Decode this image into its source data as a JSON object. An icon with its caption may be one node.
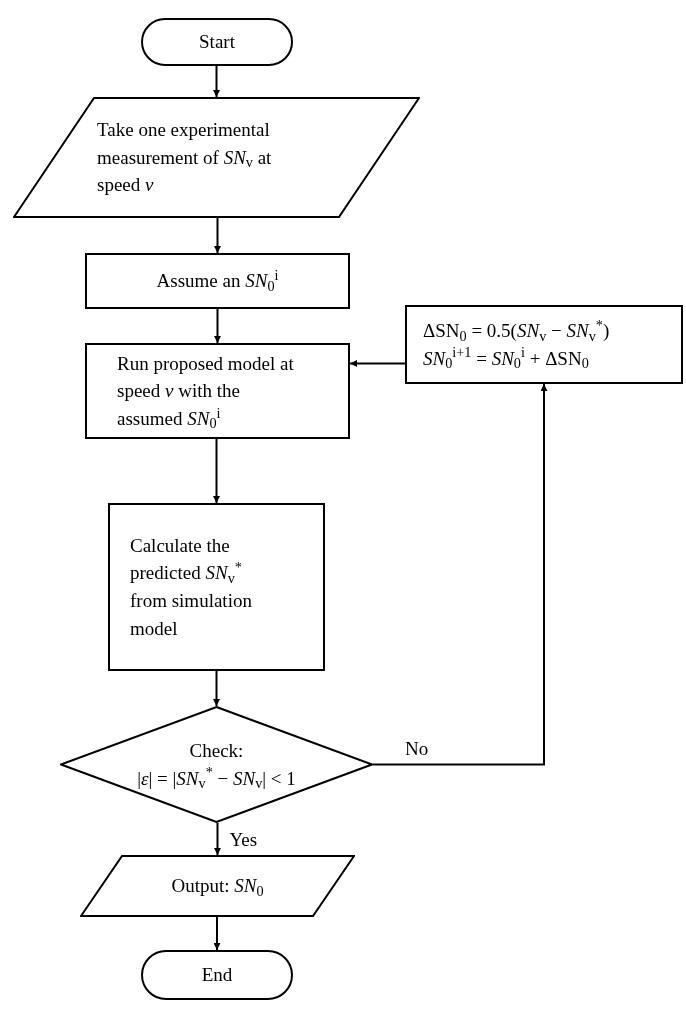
{
  "diagram": {
    "nodes": [
      {
        "text": [
          "Start"
        ]
      },
      {
        "text": [
          "Take one experimental measurement of *SN*$_{v}$ at speed *v*"
        ]
      },
      {
        "text": [
          "Assume an *SN*$_{0}$$^{i}$"
        ]
      },
      {
        "text": [
          "Run proposed model at speed *v* with the assumed *SN*$_{0}$$^{i}$"
        ]
      },
      {
        "text": [
          "ΔSN$_{0}$ = 0.5(*SN*$_{v}$ − *SN*$_{v}$$^{*}$)",
          "*SN*$_{0}$$^{i+1}$ = *SN*$_{0}$$^{i}$ + ΔSN$_{0}$"
        ]
      },
      {
        "text": [
          "Calculate the predicted *SN*$_{v}$$^{*}$ from simulation model"
        ]
      },
      {
        "text": [
          "Check:",
          "|*ε*| = |*SN*$_{v}$$^{*}$ − *SN*$_{v}$| < 1"
        ]
      },
      {
        "text": [
          "Output: *SN*$_{0}$"
        ]
      },
      {
        "text": [
          "End"
        ]
      }
    ],
    "edges": [
      {
        "from": 0,
        "to": 1,
        "arrow": "to"
      },
      {
        "from": 1,
        "to": 2,
        "arrow": "to"
      },
      {
        "from": 2,
        "to": 3,
        "arrow": "to"
      },
      {
        "from": 3,
        "to": 5,
        "arrow": "to"
      },
      {
        "from": 5,
        "to": 6,
        "arrow": "to"
      },
      {
        "from": 6,
        "to": 4,
        "arrow": "to",
        "label": "No"
      },
      {
        "from": 4,
        "to": 3,
        "arrow": "to"
      },
      {
        "from": 6,
        "to": 7,
        "arrow": "to",
        "label": "Yes"
      },
      {
        "from": 7,
        "to": 8,
        "arrow": "to"
      }
    ]
  }
}
